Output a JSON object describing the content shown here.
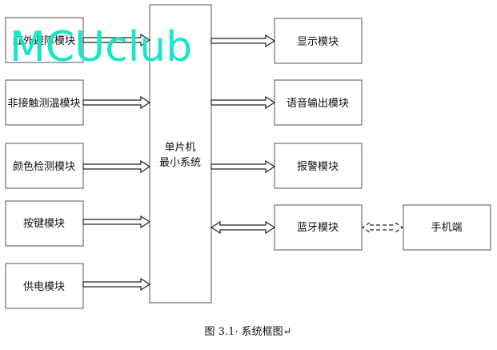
{
  "diagram": {
    "left_modules": [
      "红外避障模块",
      "非接触测温模块",
      "颜色检测模块",
      "按键模块",
      "供电模块"
    ],
    "center_lines": [
      "单片机",
      "最小系统"
    ],
    "right_modules": [
      "显示模块",
      "语音输出模块",
      "报警模块",
      "蓝牙模块"
    ],
    "external": "手机端"
  },
  "caption": "图 3.1· 系统框图↵",
  "watermark": "MCUclub",
  "colors": {
    "watermark": "#18e6c8",
    "line": "#222222"
  }
}
